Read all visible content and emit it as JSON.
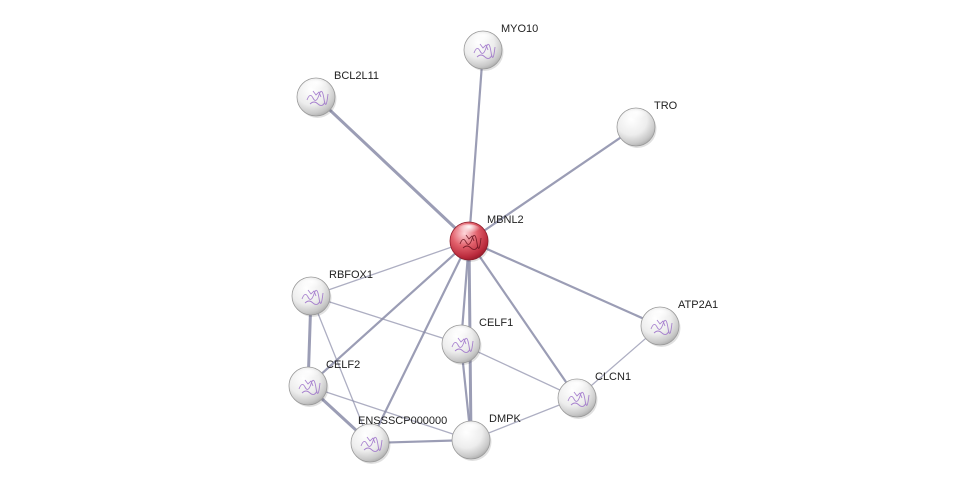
{
  "network": {
    "query_node": "MBNL2",
    "colors": {
      "query_node": "#d9424f",
      "node": "#e6e6e6",
      "edge": "#8a8ca8",
      "structure_glyph": "#9b6fc9"
    },
    "nodes": [
      {
        "id": "MBNL2",
        "label": "MBNL2",
        "query": true,
        "structure": true
      },
      {
        "id": "MYO10",
        "label": "MYO10",
        "query": false,
        "structure": true
      },
      {
        "id": "BCL2L11",
        "label": "BCL2L11",
        "query": false,
        "structure": true
      },
      {
        "id": "TRO",
        "label": "TRO",
        "query": false,
        "structure": false
      },
      {
        "id": "RBFOX1",
        "label": "RBFOX1",
        "query": false,
        "structure": true
      },
      {
        "id": "CELF1",
        "label": "CELF1",
        "query": false,
        "structure": true
      },
      {
        "id": "ATP2A1",
        "label": "ATP2A1",
        "query": false,
        "structure": true
      },
      {
        "id": "CELF2",
        "label": "CELF2",
        "query": false,
        "structure": true
      },
      {
        "id": "CLCN1",
        "label": "CLCN1",
        "query": false,
        "structure": true
      },
      {
        "id": "DMPK",
        "label": "DMPK",
        "query": false,
        "structure": false
      },
      {
        "id": "ENSSSCP",
        "label": "ENSSSCP000000",
        "query": false,
        "structure": true
      }
    ],
    "edges": [
      {
        "from": "MBNL2",
        "to": "MYO10",
        "strength": "medium"
      },
      {
        "from": "MBNL2",
        "to": "BCL2L11",
        "strength": "strong"
      },
      {
        "from": "MBNL2",
        "to": "TRO",
        "strength": "medium"
      },
      {
        "from": "MBNL2",
        "to": "RBFOX1",
        "strength": "weak"
      },
      {
        "from": "MBNL2",
        "to": "CELF1",
        "strength": "medium"
      },
      {
        "from": "MBNL2",
        "to": "ATP2A1",
        "strength": "medium"
      },
      {
        "from": "MBNL2",
        "to": "CELF2",
        "strength": "medium"
      },
      {
        "from": "MBNL2",
        "to": "CLCN1",
        "strength": "medium"
      },
      {
        "from": "MBNL2",
        "to": "DMPK",
        "strength": "strong"
      },
      {
        "from": "MBNL2",
        "to": "ENSSSCP",
        "strength": "medium"
      },
      {
        "from": "RBFOX1",
        "to": "CELF2",
        "strength": "strong"
      },
      {
        "from": "RBFOX1",
        "to": "CELF1",
        "strength": "weak"
      },
      {
        "from": "RBFOX1",
        "to": "ENSSSCP",
        "strength": "weak"
      },
      {
        "from": "CELF1",
        "to": "DMPK",
        "strength": "medium"
      },
      {
        "from": "CELF1",
        "to": "CLCN1",
        "strength": "weak"
      },
      {
        "from": "CELF2",
        "to": "ENSSSCP",
        "strength": "strong"
      },
      {
        "from": "CELF2",
        "to": "DMPK",
        "strength": "weak"
      },
      {
        "from": "ENSSSCP",
        "to": "DMPK",
        "strength": "medium"
      },
      {
        "from": "DMPK",
        "to": "CLCN1",
        "strength": "weak"
      },
      {
        "from": "CLCN1",
        "to": "ATP2A1",
        "strength": "weak"
      }
    ]
  }
}
